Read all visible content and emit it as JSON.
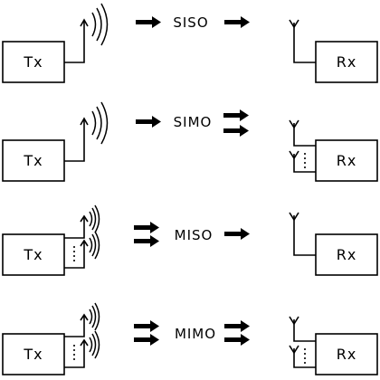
{
  "diagram": {
    "rows": [
      {
        "mode": "SISO",
        "tx_label": "Tx",
        "rx_label": "Rx",
        "tx_antennas": 1,
        "rx_antennas": 1
      },
      {
        "mode": "SIMO",
        "tx_label": "Tx",
        "rx_label": "Rx",
        "tx_antennas": 1,
        "rx_antennas": 2
      },
      {
        "mode": "MISO",
        "tx_label": "Tx",
        "rx_label": "Rx",
        "tx_antennas": 2,
        "rx_antennas": 1
      },
      {
        "mode": "MIMO",
        "tx_label": "Tx",
        "rx_label": "Rx",
        "tx_antennas": 2,
        "rx_antennas": 2
      }
    ]
  },
  "colors": {
    "line": "#000000",
    "background": "#ffffff"
  }
}
